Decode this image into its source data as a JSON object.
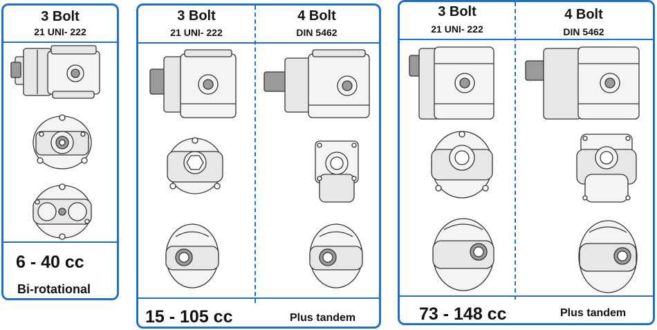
{
  "panels": [
    {
      "columns": [
        {
          "bolt": "3 Bolt",
          "standard": "21 UNI- 222"
        }
      ],
      "range": "6 - 40 cc",
      "note": "Bi-rotational"
    },
    {
      "columns": [
        {
          "bolt": "3 Bolt",
          "standard": "21 UNI- 222"
        },
        {
          "bolt": "4 Bolt",
          "standard": "DIN 5462"
        }
      ],
      "range": "15 - 105 cc",
      "note": "Plus tandem"
    },
    {
      "columns": [
        {
          "bolt": "3 Bolt",
          "standard": "21 UNI- 222"
        },
        {
          "bolt": "4 Bolt",
          "standard": "DIN 5462"
        }
      ],
      "range": "73 - 148 cc",
      "note": "Plus tandem"
    }
  ],
  "colors": {
    "border": "#1f6fc7",
    "text": "#111111",
    "drawing": "#e7e7e7"
  }
}
